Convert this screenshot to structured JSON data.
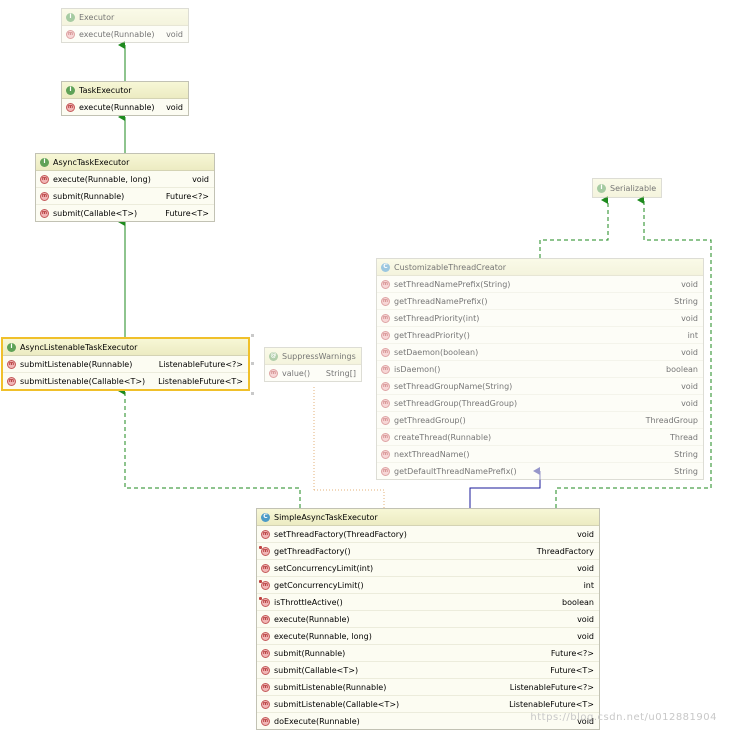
{
  "boxes": {
    "executor": {
      "title": "Executor",
      "kind": "I",
      "methods": [
        {
          "icon": "m",
          "name": "execute(Runnable)",
          "type": "void"
        }
      ]
    },
    "task_executor": {
      "title": "TaskExecutor",
      "kind": "I",
      "methods": [
        {
          "icon": "m",
          "name": "execute(Runnable)",
          "type": "void"
        }
      ]
    },
    "async_task_executor": {
      "title": "AsyncTaskExecutor",
      "kind": "I",
      "methods": [
        {
          "icon": "m",
          "name": "execute(Runnable, long)",
          "type": "void"
        },
        {
          "icon": "m",
          "name": "submit(Runnable)",
          "type": "Future<?>"
        },
        {
          "icon": "m",
          "name": "submit(Callable<T>)",
          "type": "Future<T>"
        }
      ]
    },
    "async_listenable_task_executor": {
      "title": "AsyncListenableTaskExecutor",
      "kind": "I",
      "methods": [
        {
          "icon": "m",
          "name": "submitListenable(Runnable)",
          "type": "ListenableFuture<?>"
        },
        {
          "icon": "m",
          "name": "submitListenable(Callable<T>)",
          "type": "ListenableFuture<T>"
        }
      ]
    },
    "suppress_warnings": {
      "title": "SuppressWarnings",
      "kind": "@",
      "methods": [
        {
          "icon": "m",
          "name": "value()",
          "type": "String[]"
        }
      ]
    },
    "serializable": {
      "title": "Serializable",
      "kind": "I",
      "methods": []
    },
    "customizable_thread_creator": {
      "title": "CustomizableThreadCreator",
      "kind": "C",
      "methods": [
        {
          "icon": "m",
          "name": "setThreadNamePrefix(String)",
          "type": "void"
        },
        {
          "icon": "m",
          "name": "getThreadNamePrefix()",
          "type": "String"
        },
        {
          "icon": "m",
          "name": "setThreadPriority(int)",
          "type": "void"
        },
        {
          "icon": "m",
          "name": "getThreadPriority()",
          "type": "int"
        },
        {
          "icon": "m",
          "name": "setDaemon(boolean)",
          "type": "void"
        },
        {
          "icon": "m",
          "name": "isDaemon()",
          "type": "boolean"
        },
        {
          "icon": "m",
          "name": "setThreadGroupName(String)",
          "type": "void"
        },
        {
          "icon": "m",
          "name": "setThreadGroup(ThreadGroup)",
          "type": "void"
        },
        {
          "icon": "m",
          "name": "getThreadGroup()",
          "type": "ThreadGroup"
        },
        {
          "icon": "m",
          "name": "createThread(Runnable)",
          "type": "Thread"
        },
        {
          "icon": "m",
          "name": "nextThreadName()",
          "type": "String"
        },
        {
          "icon": "m",
          "name": "getDefaultThreadNamePrefix()",
          "type": "String"
        }
      ]
    },
    "simple_async_task_executor": {
      "title": "SimpleAsyncTaskExecutor",
      "kind": "C",
      "methods": [
        {
          "icon": "m",
          "name": "setThreadFactory(ThreadFactory)",
          "type": "void"
        },
        {
          "icon": "m",
          "name": "getThreadFactory()",
          "type": "ThreadFactory"
        },
        {
          "icon": "m",
          "name": "setConcurrencyLimit(int)",
          "type": "void"
        },
        {
          "icon": "m",
          "name": "getConcurrencyLimit()",
          "type": "int"
        },
        {
          "icon": "m",
          "name": "isThrottleActive()",
          "type": "boolean"
        },
        {
          "icon": "m",
          "name": "execute(Runnable)",
          "type": "void"
        },
        {
          "icon": "m",
          "name": "execute(Runnable, long)",
          "type": "void"
        },
        {
          "icon": "m",
          "name": "submit(Runnable)",
          "type": "Future<?>"
        },
        {
          "icon": "m",
          "name": "submit(Callable<T>)",
          "type": "Future<T>"
        },
        {
          "icon": "m",
          "name": "submitListenable(Runnable)",
          "type": "ListenableFuture<?>"
        },
        {
          "icon": "m",
          "name": "submitListenable(Callable<T>)",
          "type": "ListenableFuture<T>"
        },
        {
          "icon": "m",
          "name": "doExecute(Runnable)",
          "type": "void"
        }
      ]
    }
  },
  "colors": {
    "extends_interface": "#1e8a1e",
    "extends_class": "#1a1a9a",
    "annotation_link": "#e3b27a"
  },
  "watermark": "https://blog.csdn.net/u012881904"
}
